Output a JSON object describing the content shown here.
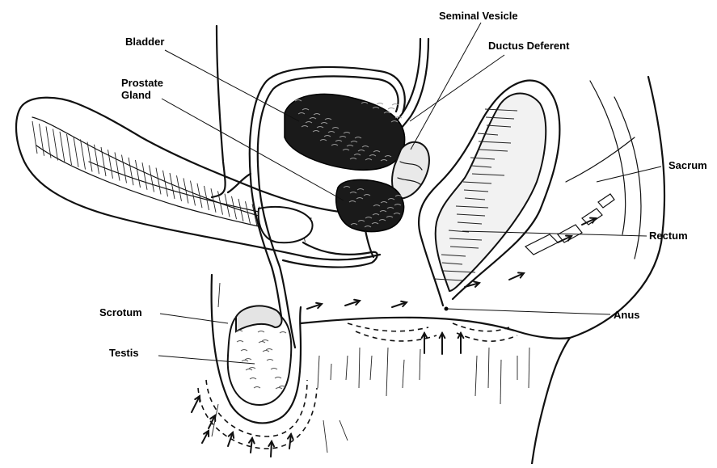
{
  "labels": {
    "seminal_vesicle": "Seminal Vesicle",
    "bladder": "Bladder",
    "ductus_deferent": "Ductus Deferent",
    "prostate_line1": "Prostate",
    "prostate_line2": "Gland",
    "sacrum": "Sacrum",
    "rectum": "Rectum",
    "scrotum": "Scrotum",
    "anus": "Anus",
    "testis": "Testis"
  },
  "colors": {
    "ink": "#111111",
    "background": "#ffffff"
  }
}
